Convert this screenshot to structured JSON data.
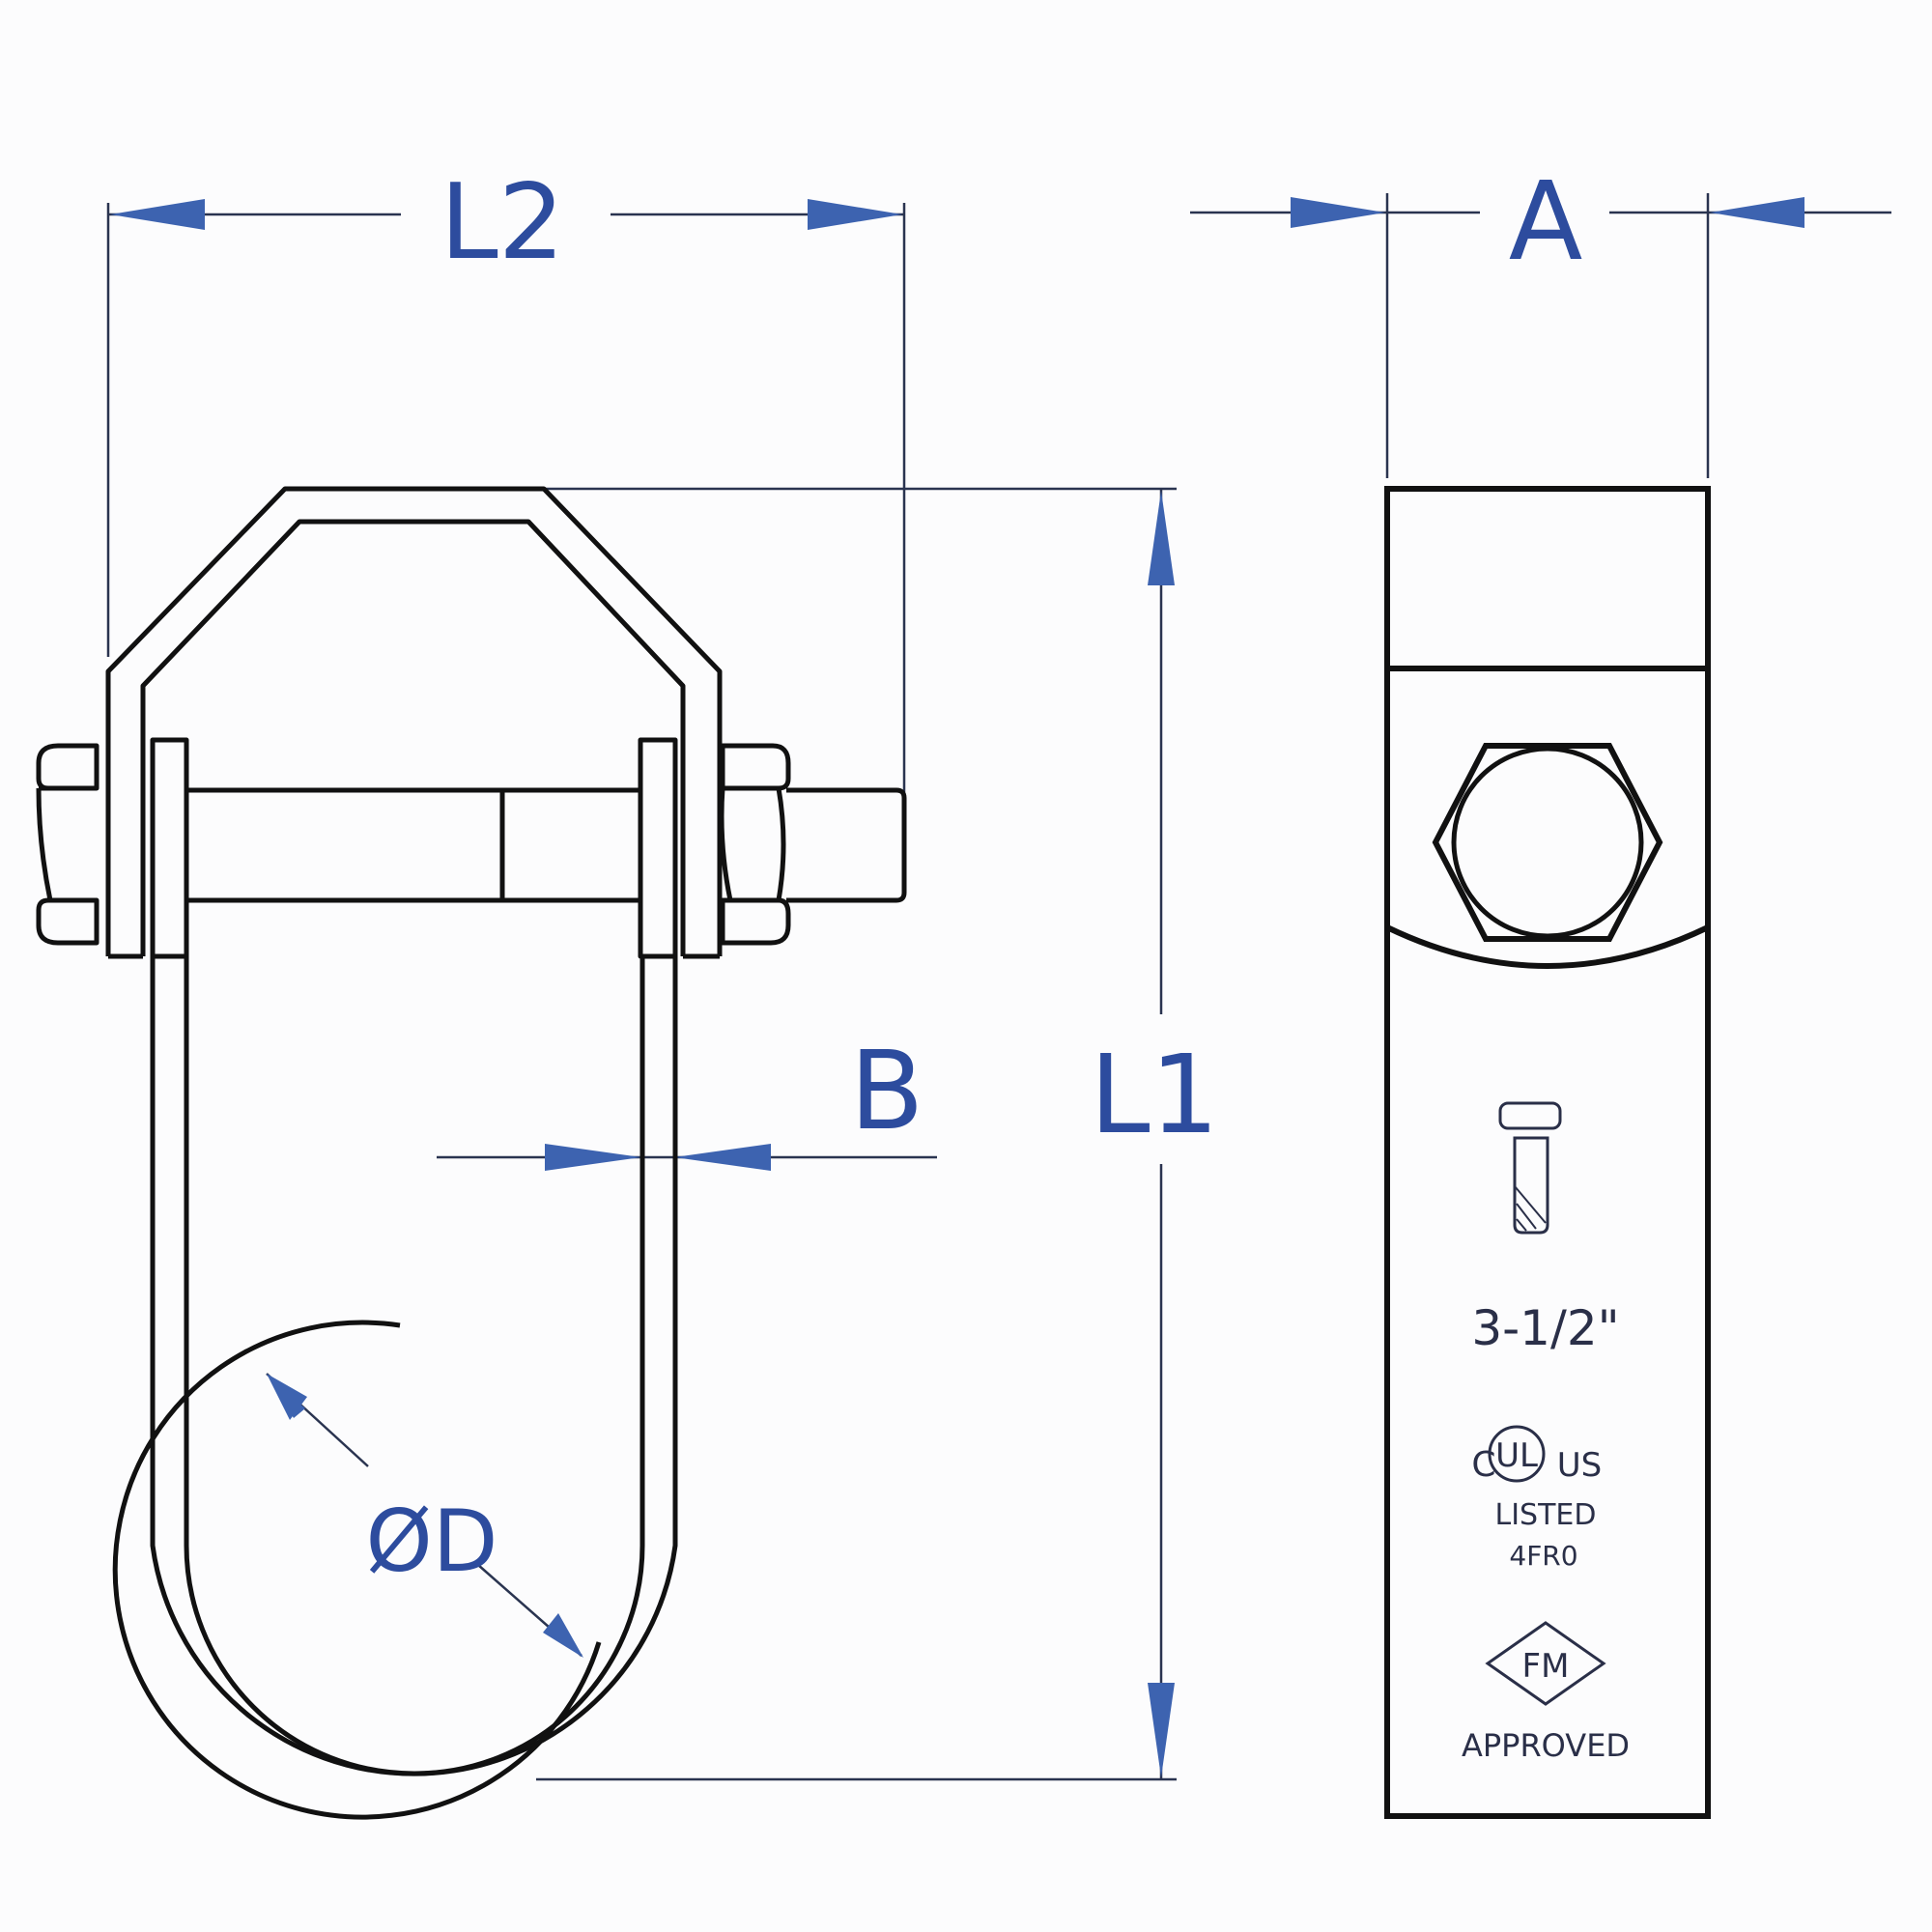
{
  "drawing": {
    "title": "Clevis hanger dimensional drawing",
    "dimension_labels": {
      "l2": "L2",
      "a": "A",
      "b": "B",
      "l1": "L1",
      "od": "ØD"
    },
    "markings": {
      "size": "3-1/2\"",
      "ul_left": "C",
      "ul_center": "UL",
      "ul_right": "US",
      "ul_listed": "LISTED",
      "ul_code": "4FR0",
      "fm_logo": "FM",
      "fm_approved": "APPROVED"
    },
    "colors": {
      "outline": "#111111",
      "dimension": "#2d4c9e",
      "arrow_fill": "#3d63b0",
      "background": "#fcfcfd"
    }
  }
}
